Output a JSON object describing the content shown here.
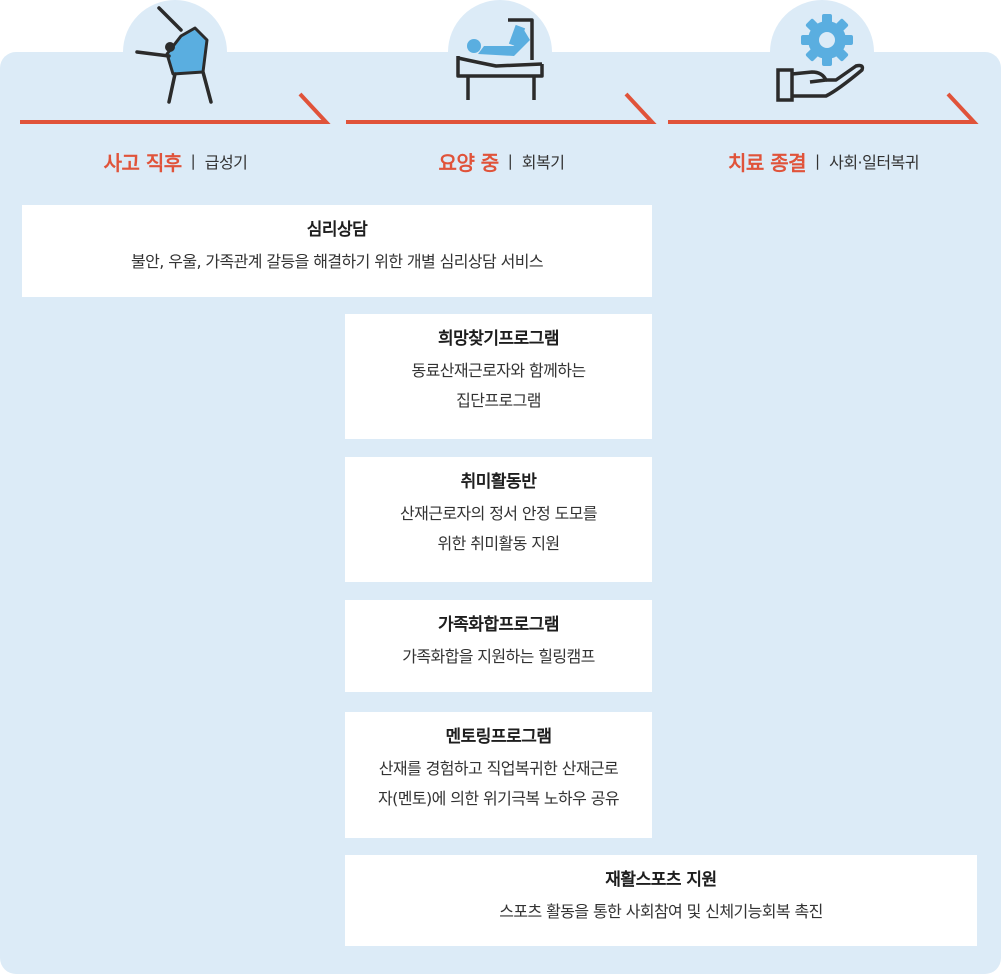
{
  "colors": {
    "accent": "#e0533a",
    "panel": "#dcebf7",
    "icon_blue": "#5aaee0",
    "icon_dark": "#2b2b2b"
  },
  "stages": [
    {
      "title": "사고 직후",
      "subtitle": "급성기",
      "icon": "injured-person-icon"
    },
    {
      "title": "요양 중",
      "subtitle": "회복기",
      "icon": "hospital-bed-icon"
    },
    {
      "title": "치료 종결",
      "subtitle": "사회·일터복귀",
      "icon": "hand-gear-icon"
    }
  ],
  "programs": [
    {
      "title": "심리상담",
      "desc": [
        "불안, 우울, 가족관계 갈등을 해결하기 위한 개별 심리상담 서비스"
      ]
    },
    {
      "title": "희망찾기프로그램",
      "desc": [
        "동료산재근로자와 함께하는",
        "집단프로그램"
      ]
    },
    {
      "title": "취미활동반",
      "desc": [
        "산재근로자의 정서 안정 도모를",
        "위한 취미활동 지원"
      ]
    },
    {
      "title": "가족화합프로그램",
      "desc": [
        "가족화합을 지원하는 힐링캠프"
      ]
    },
    {
      "title": "멘토링프로그램",
      "desc": [
        "산재를 경험하고 직업복귀한 산재근로",
        "자(멘토)에 의한 위기극복 노하우 공유"
      ]
    },
    {
      "title": "재활스포츠 지원",
      "desc": [
        "스포츠 활동을 통한 사회참여 및 신체기능회복 촉진"
      ]
    }
  ]
}
